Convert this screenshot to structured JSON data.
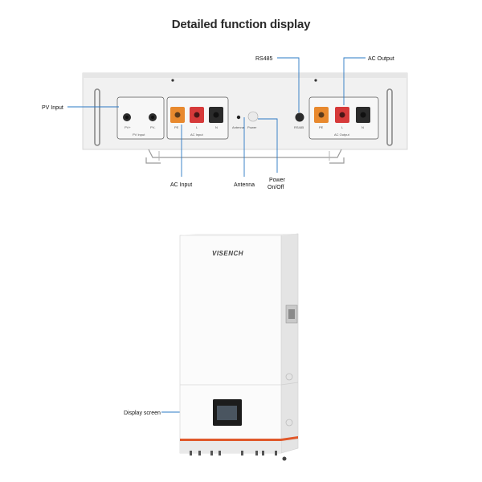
{
  "title": "Detailed function display",
  "callouts": {
    "rs485": "RS485",
    "ac_output": "AC Output",
    "pv_input": "PV Input",
    "ac_input": "AC Input",
    "antenna": "Antenna",
    "power_line1": "Power",
    "power_line2": "On/Off",
    "display_screen": "Display screen"
  },
  "panel": {
    "pv_plus": "PV+",
    "pv_minus": "PV-",
    "pv_group": "PV Input",
    "ac_in_group": "AC Input",
    "ac_out_group": "AC Output",
    "pe": "PE",
    "l": "L",
    "n": "N",
    "antenna": "Antenna",
    "power": "Power",
    "rs485": "RS485"
  },
  "brand": "VISENCH",
  "colors": {
    "accent_line": "#2a78c4",
    "orange": "#e8892e",
    "red": "#d63a3a",
    "dark": "#2b2b2b",
    "stripe": "#e0582a"
  }
}
